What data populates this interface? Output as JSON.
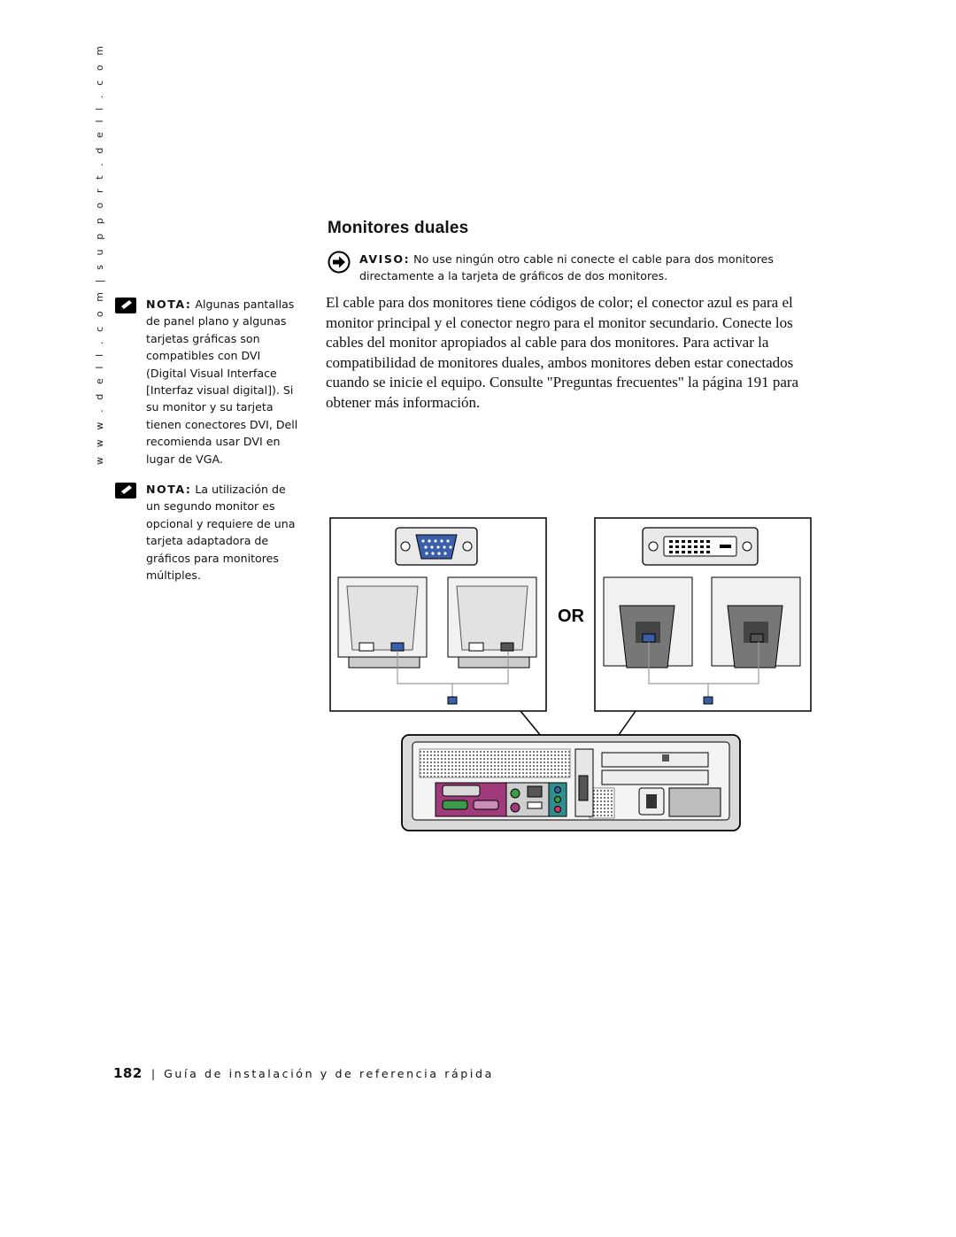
{
  "sidebar": {
    "url": "w w w . d e l l . c o m   |   s u p p o r t . d e l l . c o m"
  },
  "notes": [
    {
      "label": "NOTA:",
      "text": "Algunas pantallas de panel plano y algunas tarjetas gráficas son compatibles con DVI (Digital Visual Interface [Interfaz visual digital]). Si su monitor y su tarjeta tienen conectores DVI, Dell recomienda usar DVI en lugar de VGA."
    },
    {
      "label": "NOTA:",
      "text": "La utilización de un segundo monitor es opcional y requiere de una tarjeta adaptadora de gráficos para monitores múltiples."
    }
  ],
  "section": {
    "title": "Monitores duales",
    "notice": {
      "label": "AVISO:",
      "text": "No use ningún otro cable ni conecte el cable para dos monitores directamente a la tarjeta de gráficos de dos monitores."
    },
    "paragraph": "El cable para dos monitores tiene códigos de color; el conector azul es para el monitor principal y el conector negro para el monitor secundario. Conecte los cables del monitor apropiados al cable para dos monitores. Para activar la compatibilidad de monitores duales, ambos monitores deben estar conectados cuando se inicie el equipo. Consulte \"Preguntas frecuentes\" la página 191 para obtener más información."
  },
  "figure": {
    "or_label": "OR",
    "colors": {
      "connector_blue": "#3a5fa8",
      "line": "#000000",
      "panel_magenta": "#a03a7a",
      "panel_green": "#3c9a4a",
      "panel_teal": "#2f8f8f"
    }
  },
  "footer": {
    "page_number": "182",
    "separator": "|",
    "title": "Guía de instalación y de referencia rápida"
  }
}
